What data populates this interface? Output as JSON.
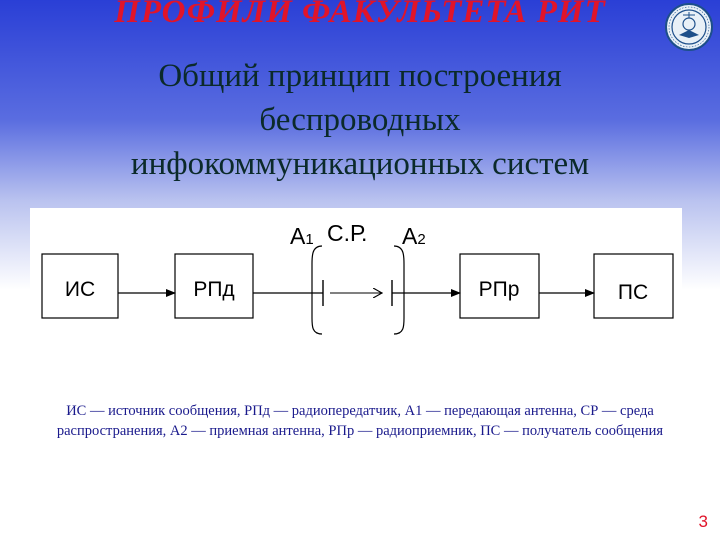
{
  "header": {
    "title": "ПРОФИЛИ ФАКУЛЬТЕТА РИТ"
  },
  "slide": {
    "title_lines": [
      "Общий принцип построения",
      "беспроводных",
      "инфокоммуникационных систем"
    ]
  },
  "diagram": {
    "blocks": {
      "source": "ИС",
      "transmitter": "РПд",
      "receiver": "РПр",
      "sink": "ПС"
    },
    "labels": {
      "antenna1": "А",
      "antenna1_sub": "1",
      "medium": "С.Р.",
      "antenna2": "А",
      "antenna2_sub": "2"
    }
  },
  "caption": {
    "line1": "ИС — источник сообщения, РПд — радиопередатчик, А1 — передающая антенна, СР — среда",
    "line2": "распространения, А2 — приемная антенна, РПр — радиоприемник, ПС — получатель сообщения"
  },
  "footer": {
    "page_number": "3"
  },
  "colors": {
    "header_text": "#e0142a",
    "caption_text": "#1a1a8c",
    "background_top": "#2a3fd6"
  },
  "icons": {
    "emblem": "university-emblem-icon"
  }
}
